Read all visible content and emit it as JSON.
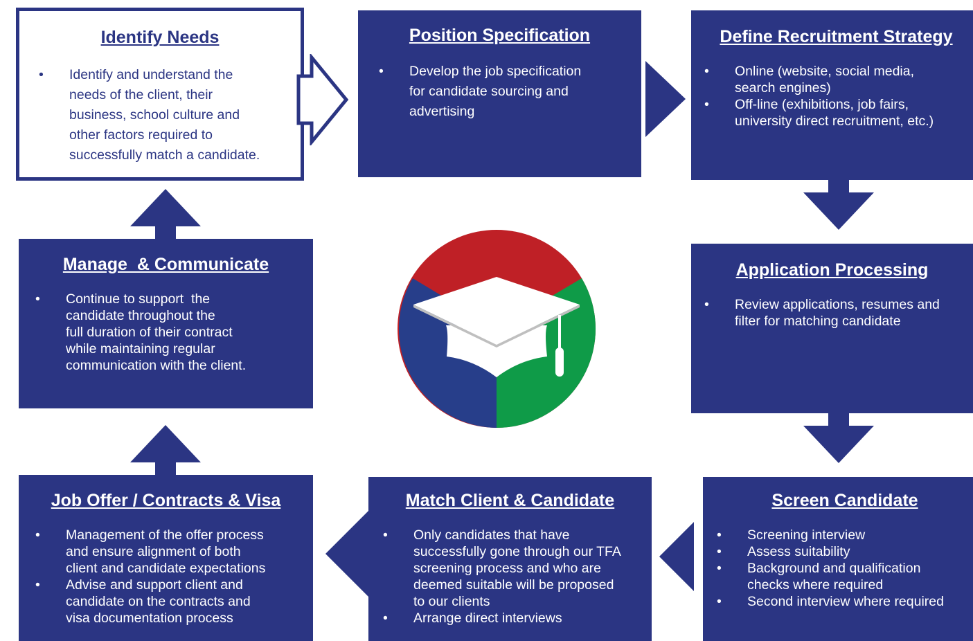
{
  "colors": {
    "navy": "#2b3583",
    "red": "#bf2026",
    "green": "#0f9b48",
    "blue": "#273e8a",
    "white": "#ffffff"
  },
  "steps": {
    "identify": {
      "title": "Identify Needs",
      "bullets": [
        "Identify and understand the",
        "needs of the client, their",
        "business, school culture and",
        "other factors required to",
        "successfully match a candidate."
      ]
    },
    "position": {
      "title": "Position Specification",
      "bullets": [
        "Develop the job specification",
        "for candidate sourcing and",
        "advertising"
      ]
    },
    "strategy": {
      "title": "Define Recruitment Strategy",
      "bullets": [
        "Online (website, social media,",
        "search engines)",
        "Off-line (exhibitions, job fairs,",
        "university direct recruitment, etc.)"
      ]
    },
    "application": {
      "title": "Application Processing",
      "bullets": [
        "Review applications, resumes and",
        "filter for matching candidate"
      ]
    },
    "screen": {
      "title": "Screen Candidate",
      "bullets": [
        "Screening interview",
        "Assess suitability",
        "Background and qualification",
        "checks where required",
        "Second interview where required"
      ]
    },
    "match": {
      "title": "Match Client & Candidate",
      "bullets": [
        "Only candidates that have",
        "successfully gone through our TFA",
        "screening process and who are",
        "deemed suitable will be proposed",
        "to our clients",
        "Arrange direct interviews"
      ]
    },
    "offer": {
      "title": "Job Offer / Contracts & Visa",
      "bullets": [
        "Management of the offer process",
        "and ensure alignment of both",
        "client and candidate expectations",
        "Advise and support client and",
        "candidate on the contracts and",
        "visa documentation process"
      ]
    },
    "manage": {
      "title": "Manage  & Communicate",
      "bullets": [
        "Continue to support  the",
        "candidate throughout the",
        "full duration of their contract",
        "while maintaining regular",
        "communication with the client."
      ]
    }
  },
  "logo": {
    "icon": "graduation-cap-icon"
  }
}
